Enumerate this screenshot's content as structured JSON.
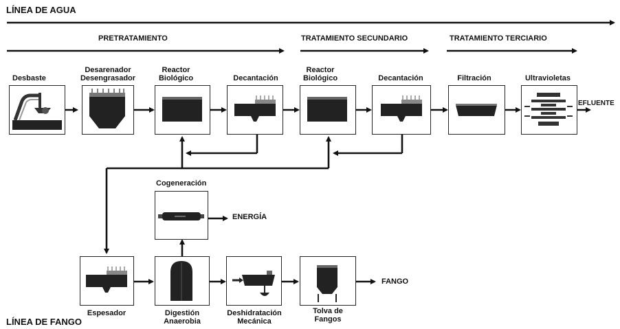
{
  "water_line": {
    "title": "LÍNEA DE AGUA",
    "stages": {
      "pretreatment": "PRETRATAMIENTO",
      "secondary": "TRATAMIENTO SECUNDARIO",
      "tertiary": "TRATAMIENTO TERCIARIO"
    },
    "units": {
      "desbaste": "Desbaste",
      "desarenador_1": "Desarenador",
      "desarenador_2": "Desengrasador",
      "reactor1_1": "Reactor",
      "reactor1_2": "Biológico",
      "decantacion1": "Decantación",
      "reactor2_1": "Reactor",
      "reactor2_2": "Biológico",
      "decantacion2": "Decantación",
      "filtracion": "Filtración",
      "ultravioletas": "Ultravioletas"
    },
    "output": "EFLUENTE"
  },
  "sludge_line": {
    "title": "LÍNEA DE FANGO",
    "units": {
      "cogeneracion": "Cogeneración",
      "espesador": "Espesador",
      "digestion_1": "Digestión",
      "digestion_2": "Anaerobia",
      "deshidratacion_1": "Deshidratación",
      "deshidratacion_2": "Mecánica",
      "tolva_1": "Tolva de",
      "tolva_2": "Fangos"
    },
    "energy_output": "ENERGÍA",
    "sludge_output": "FANGO"
  }
}
